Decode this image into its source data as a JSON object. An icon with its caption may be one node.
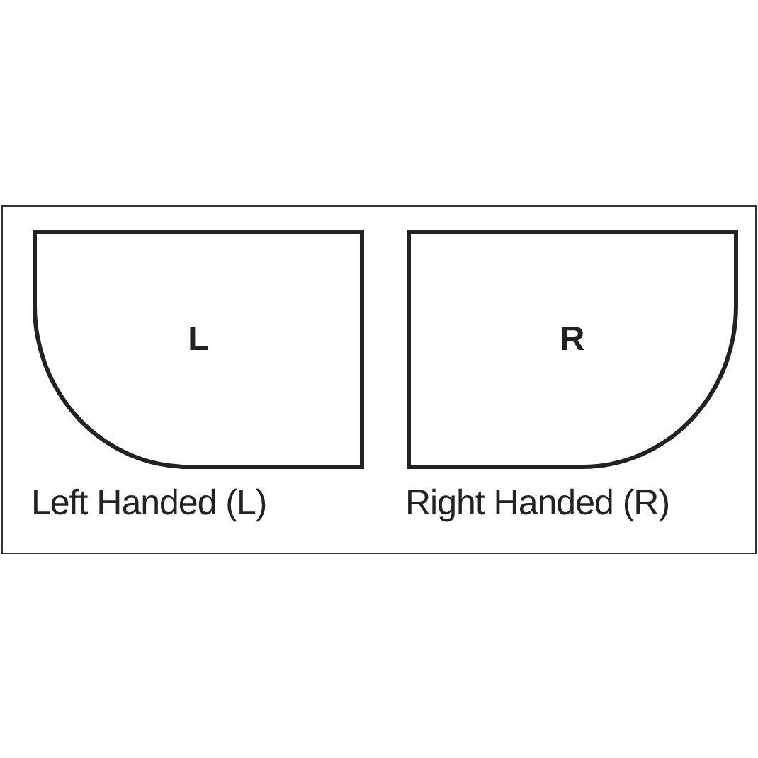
{
  "diagram": {
    "nodes": [
      {
        "text": [
          "L"
        ],
        "beside": [
          "Left Handed (L)"
        ]
      },
      {
        "text": [
          "R"
        ],
        "beside": [
          "Right Handed (R)"
        ]
      }
    ]
  }
}
